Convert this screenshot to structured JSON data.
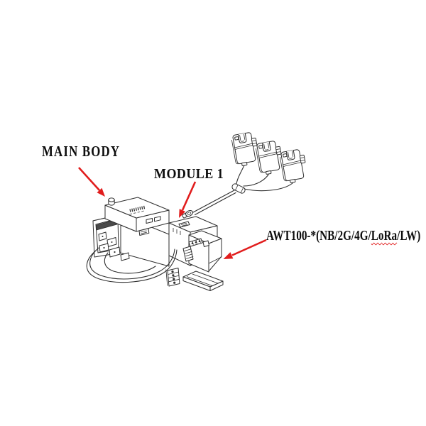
{
  "diagram": {
    "title_context": "AWT100 wireless communication terminal outline diagram",
    "labels": {
      "main_body": "MAIN BODY",
      "module1": "MODULE 1",
      "product_code_prefix": "AWT100-*(NB/2G/4G/",
      "product_code_misspelled_word": "LoRa",
      "product_code_suffix": "/LW)"
    },
    "components": [
      "main-body-unit",
      "module-1-unit",
      "expansion-terminal-unit",
      "din-rail",
      "loop-cable",
      "ct-harness-cable",
      "ct-sensor-1",
      "ct-sensor-2",
      "ct-sensor-3"
    ],
    "colors": {
      "background": "#ffffff",
      "line_art": "#2e2e2e",
      "leader_arrow": "#e11d1d",
      "spellcheck_underline": "#e11d1d",
      "label_text": "#0d0d0d"
    }
  }
}
